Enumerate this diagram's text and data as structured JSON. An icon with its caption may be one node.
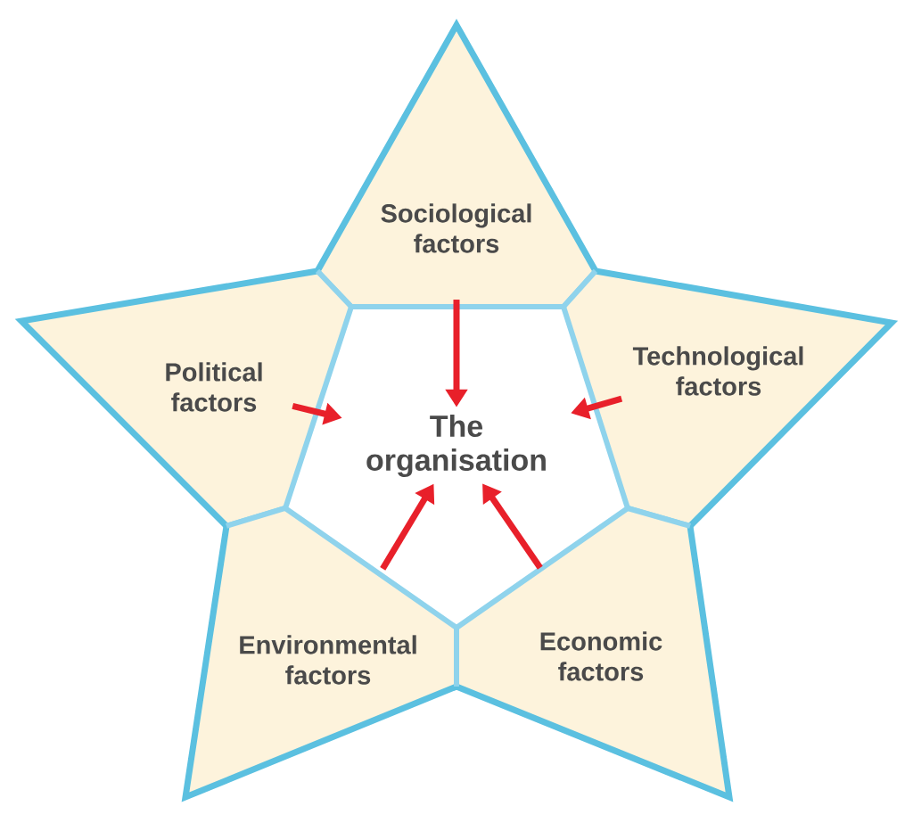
{
  "diagram": {
    "nodes": [
      {
        "text": [
          "The organisation"
        ]
      },
      {
        "text": [
          "Sociological factors"
        ]
      },
      {
        "text": [
          "Political factors"
        ]
      },
      {
        "text": [
          "Technological factors"
        ]
      },
      {
        "text": [
          "Environmental factors"
        ]
      },
      {
        "text": [
          "Economic factors"
        ]
      }
    ],
    "edges": [
      {
        "from": 1,
        "to": 0,
        "arrow": "to"
      },
      {
        "from": 2,
        "to": 0,
        "arrow": "to"
      },
      {
        "from": 3,
        "to": 0,
        "arrow": "to"
      },
      {
        "from": 4,
        "to": 0,
        "arrow": "to"
      },
      {
        "from": 5,
        "to": 0,
        "arrow": "to"
      }
    ]
  }
}
